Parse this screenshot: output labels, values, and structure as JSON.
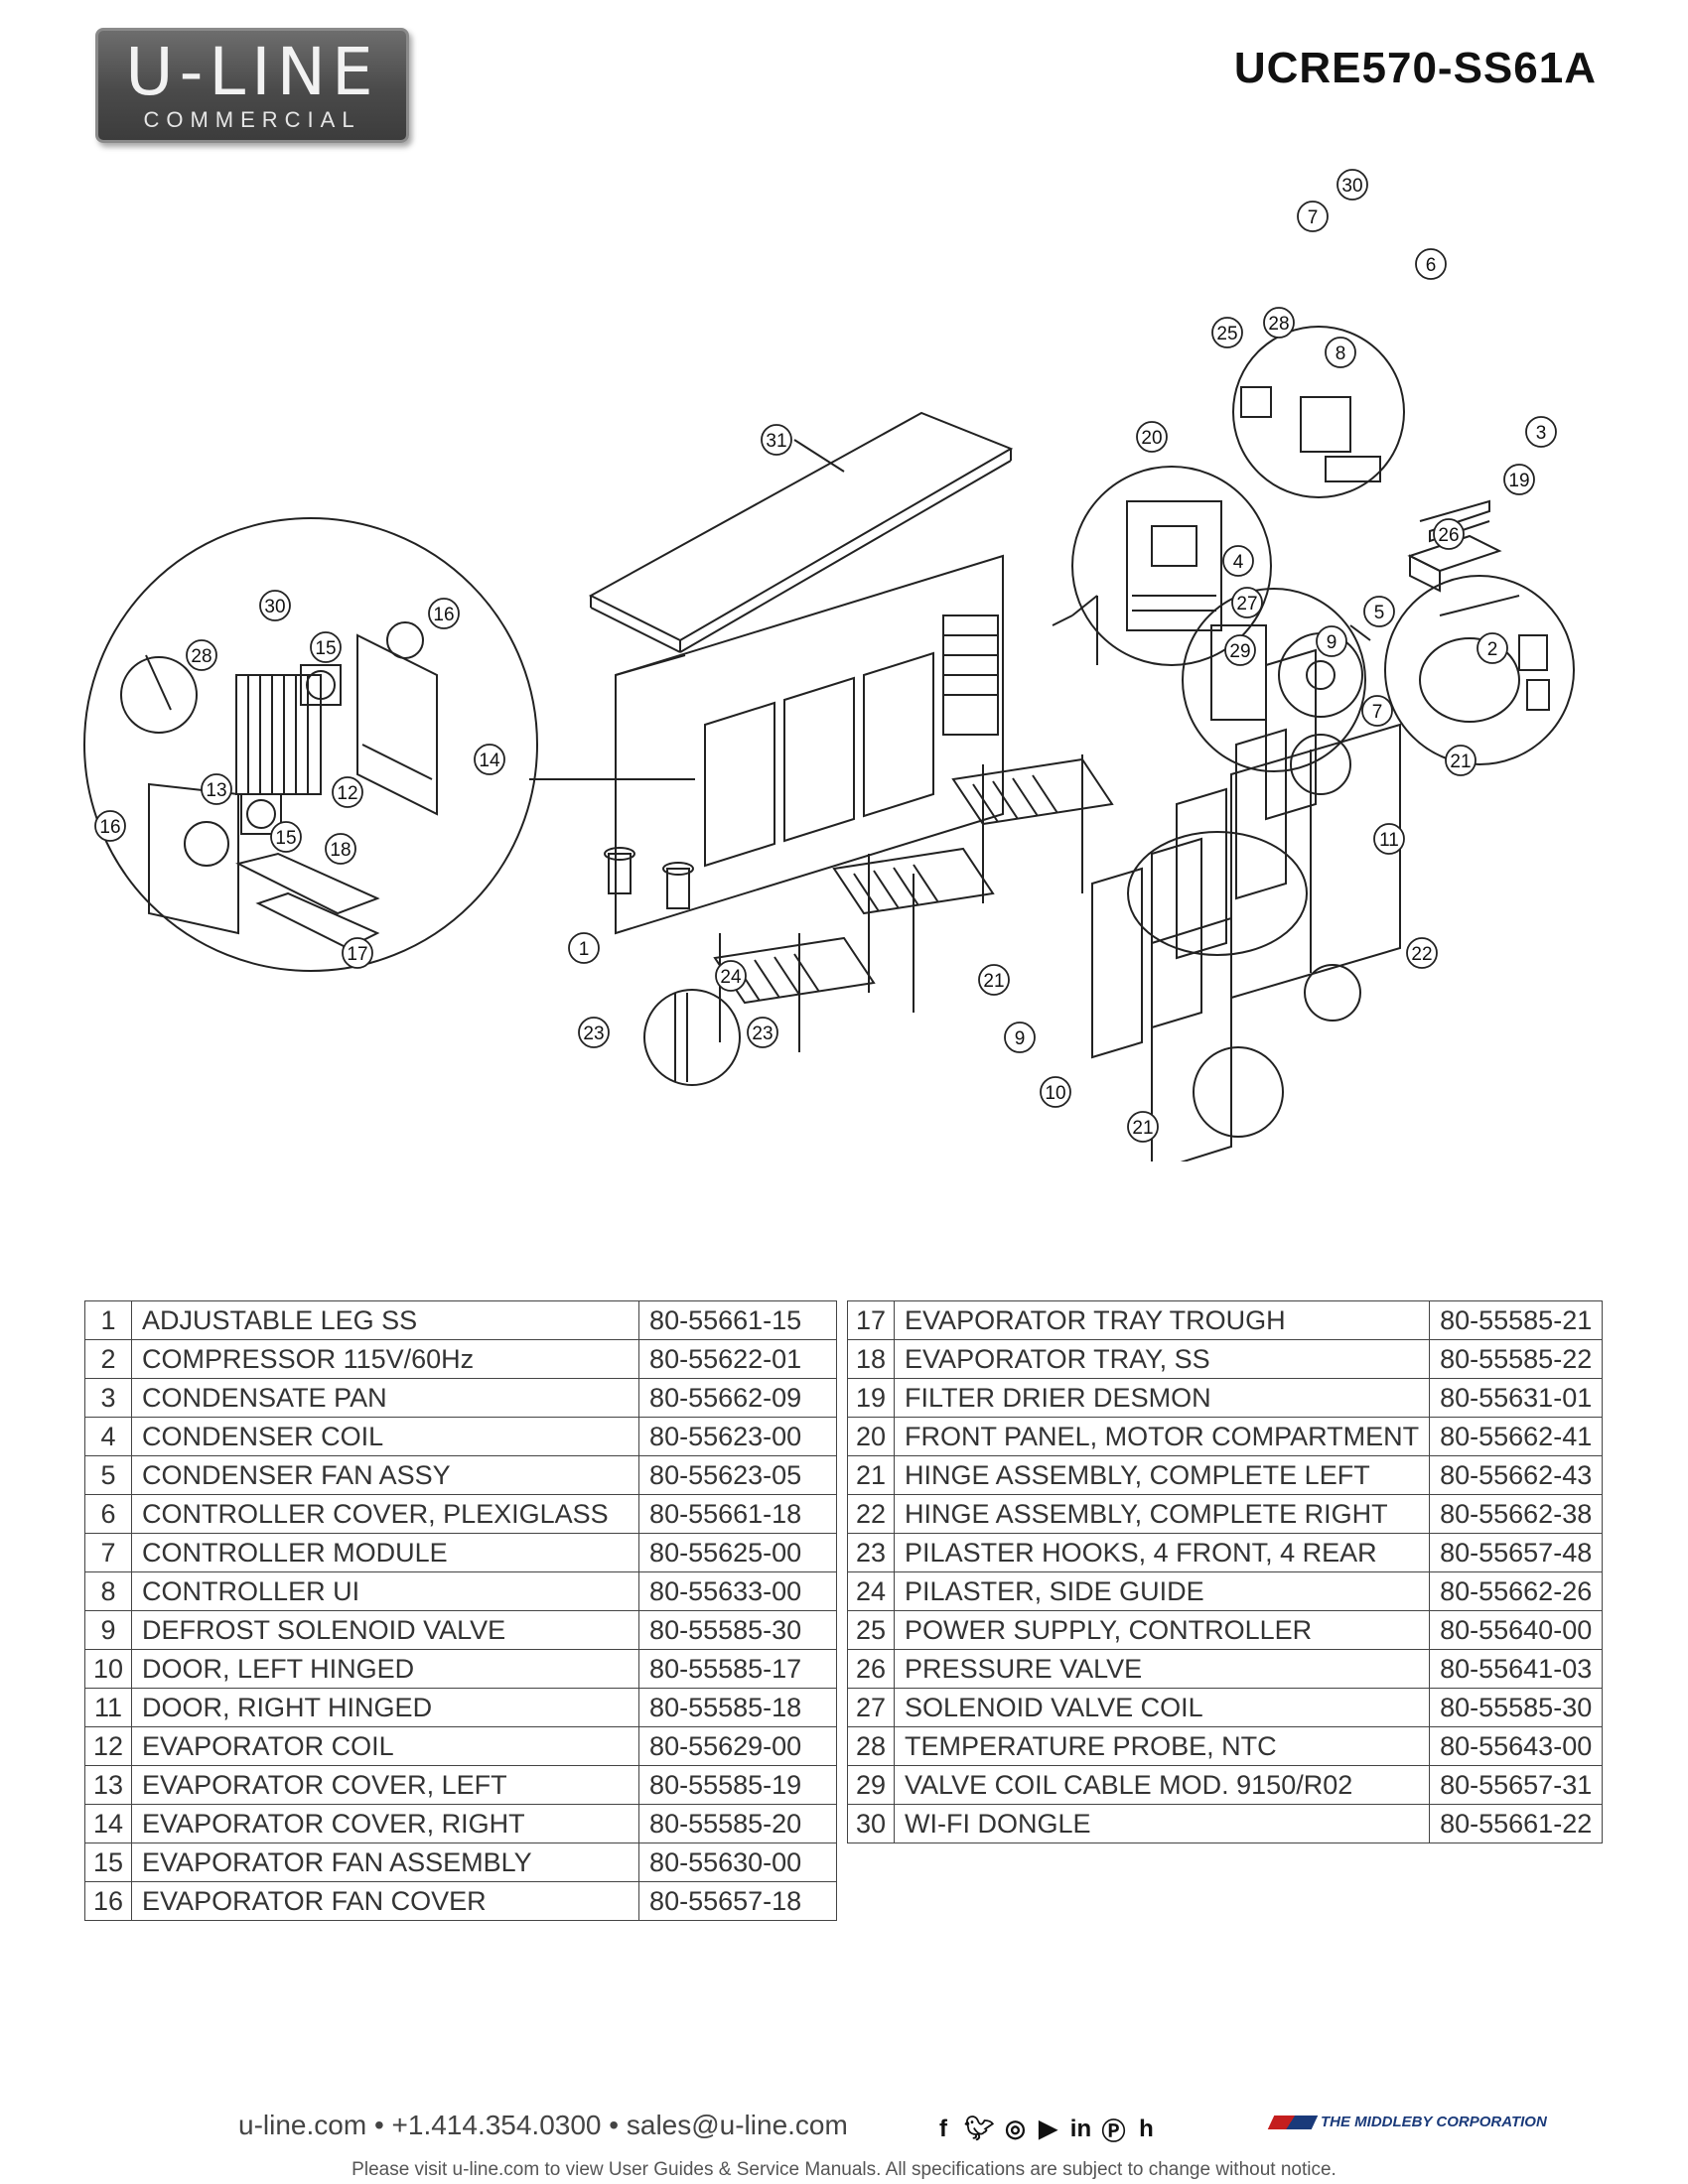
{
  "header": {
    "logo_main": "U-LINE",
    "logo_sub": "COMMERCIAL",
    "model": "UCRE570-SS61A"
  },
  "diagram": {
    "callouts": [
      "1",
      "2",
      "3",
      "4",
      "5",
      "6",
      "7",
      "8",
      "9",
      "10",
      "11",
      "12",
      "13",
      "14",
      "15",
      "16",
      "17",
      "18",
      "19",
      "20",
      "21",
      "22",
      "23",
      "24",
      "25",
      "26",
      "27",
      "28",
      "29",
      "30",
      "31"
    ]
  },
  "parts_left": [
    {
      "num": "1",
      "desc": "ADJUSTABLE LEG SS",
      "part": "80-55661-15"
    },
    {
      "num": "2",
      "desc": "COMPRESSOR 115V/60Hz",
      "part": "80-55622-01"
    },
    {
      "num": "3",
      "desc": "CONDENSATE PAN",
      "part": "80-55662-09"
    },
    {
      "num": "4",
      "desc": "CONDENSER COIL",
      "part": "80-55623-00"
    },
    {
      "num": "5",
      "desc": "CONDENSER FAN ASSY",
      "part": "80-55623-05"
    },
    {
      "num": "6",
      "desc": "CONTROLLER COVER, PLEXIGLASS",
      "part": "80-55661-18"
    },
    {
      "num": "7",
      "desc": "CONTROLLER MODULE",
      "part": "80-55625-00"
    },
    {
      "num": "8",
      "desc": "CONTROLLER UI",
      "part": "80-55633-00"
    },
    {
      "num": "9",
      "desc": "DEFROST SOLENOID VALVE",
      "part": "80-55585-30"
    },
    {
      "num": "10",
      "desc": "DOOR, LEFT HINGED",
      "part": "80-55585-17"
    },
    {
      "num": "11",
      "desc": "DOOR, RIGHT HINGED",
      "part": "80-55585-18"
    },
    {
      "num": "12",
      "desc": "EVAPORATOR COIL",
      "part": "80-55629-00"
    },
    {
      "num": "13",
      "desc": "EVAPORATOR COVER, LEFT",
      "part": "80-55585-19"
    },
    {
      "num": "14",
      "desc": "EVAPORATOR COVER, RIGHT",
      "part": "80-55585-20"
    },
    {
      "num": "15",
      "desc": "EVAPORATOR FAN ASSEMBLY",
      "part": "80-55630-00"
    },
    {
      "num": "16",
      "desc": "EVAPORATOR FAN COVER",
      "part": "80-55657-18"
    }
  ],
  "parts_right": [
    {
      "num": "17",
      "desc": "EVAPORATOR TRAY TROUGH",
      "part": "80-55585-21"
    },
    {
      "num": "18",
      "desc": "EVAPORATOR TRAY, SS",
      "part": "80-55585-22"
    },
    {
      "num": "19",
      "desc": "FILTER DRIER DESMON",
      "part": "80-55631-01"
    },
    {
      "num": "20",
      "desc": "FRONT PANEL, MOTOR COMPARTMENT",
      "part": "80-55662-41"
    },
    {
      "num": "21",
      "desc": "HINGE ASSEMBLY, COMPLETE LEFT",
      "part": "80-55662-43"
    },
    {
      "num": "22",
      "desc": "HINGE ASSEMBLY, COMPLETE RIGHT",
      "part": "80-55662-38"
    },
    {
      "num": "23",
      "desc": "PILASTER HOOKS, 4 FRONT, 4 REAR",
      "part": "80-55657-48"
    },
    {
      "num": "24",
      "desc": "PILASTER, SIDE GUIDE",
      "part": "80-55662-26"
    },
    {
      "num": "25",
      "desc": "POWER SUPPLY, CONTROLLER",
      "part": "80-55640-00"
    },
    {
      "num": "26",
      "desc": "PRESSURE VALVE",
      "part": "80-55641-03"
    },
    {
      "num": "27",
      "desc": "SOLENOID VALVE COIL",
      "part": "80-55585-30"
    },
    {
      "num": "28",
      "desc": "TEMPERATURE PROBE, NTC",
      "part": "80-55643-00"
    },
    {
      "num": "29",
      "desc": "VALVE COIL CABLE MOD. 9150/R02",
      "part": "80-55657-31"
    },
    {
      "num": "30",
      "desc": "WI-FI DONGLE",
      "part": "80-55661-22"
    }
  ],
  "footer": {
    "contact": "u-line.com • +1.414.354.0300 • sales@u-line.com",
    "social_icons": [
      "facebook-icon",
      "twitter-icon",
      "instagram-icon",
      "youtube-icon",
      "linkedin-icon",
      "pinterest-icon",
      "houzz-icon"
    ],
    "middleby": "THE MIDDLEBY CORPORATION",
    "notice": "Please visit u-line.com to view User Guides & Service Manuals. All specifications are subject to change without notice."
  }
}
